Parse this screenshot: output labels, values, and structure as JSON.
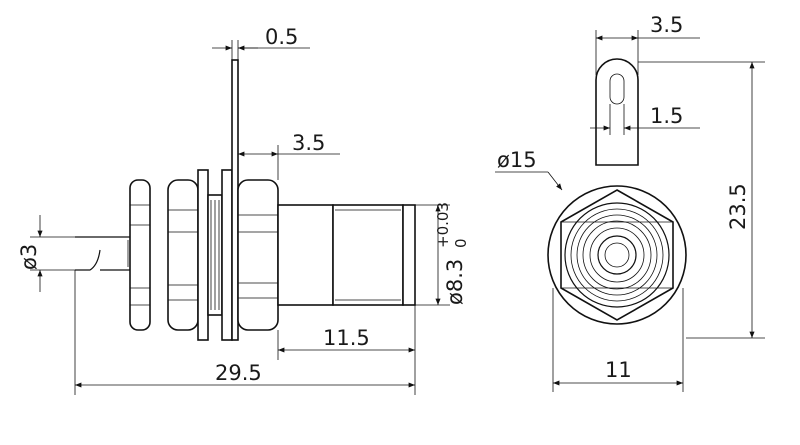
{
  "side_view": {
    "dim_tab_thickness": "0.5",
    "dim_nut_width": "3.5",
    "dim_pin_diameter": "ø3",
    "dim_barrel_diameter_main": "ø8.3",
    "dim_barrel_tolerance_upper": "+0.03",
    "dim_barrel_tolerance_lower": "0",
    "dim_barrel_length": "11.5",
    "dim_total_length": "29.5"
  },
  "front_view": {
    "dim_tab_width": "3.5",
    "dim_tab_hole": "1.5",
    "dim_flange_diameter": "ø15",
    "dim_total_height": "23.5",
    "dim_hex_width": "11"
  }
}
